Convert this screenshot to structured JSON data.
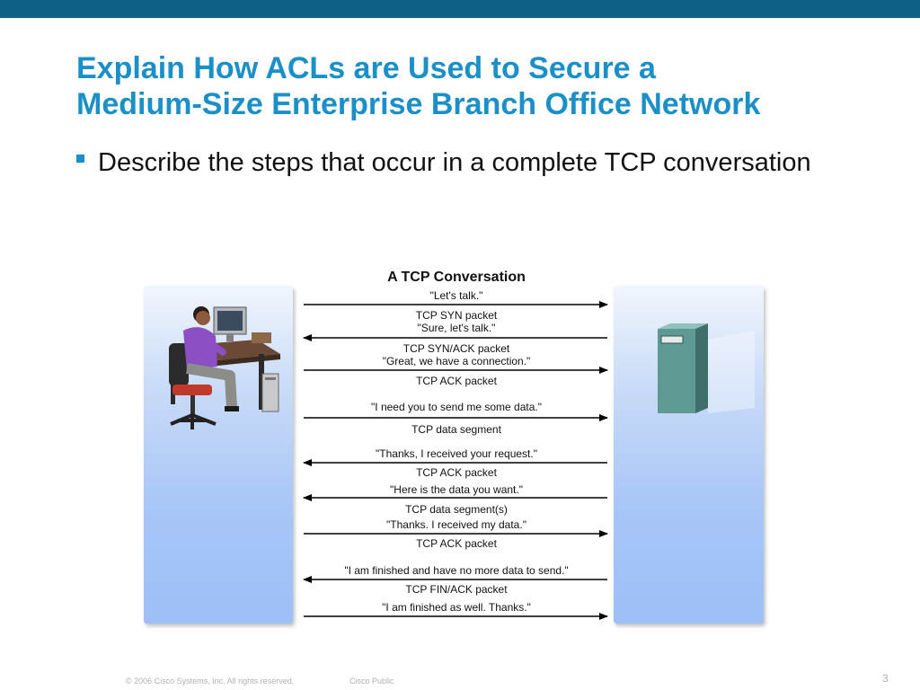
{
  "title": {
    "line1": "Explain How ACLs are Used to Secure a",
    "line2": "Medium-Size Enterprise Branch Office Network"
  },
  "bullet": "Describe the steps that occur in a complete TCP conversation",
  "diagram": {
    "title": "A TCP Conversation",
    "left_icon": "person-at-computer-icon",
    "right_icon": "server-icon",
    "messages": [
      {
        "quote": "\"Let's talk.\"",
        "packet": "TCP SYN packet",
        "direction": "right"
      },
      {
        "quote": "\"Sure, let's talk.\"",
        "packet": "TCP SYN/ACK packet",
        "direction": "left"
      },
      {
        "quote": "\"Great, we have a connection.\"",
        "packet": "TCP ACK packet",
        "direction": "right"
      },
      {
        "quote": "\"I need you to send me some data.\"",
        "packet": "TCP data segment",
        "direction": "right"
      },
      {
        "quote": "\"Thanks, I received your request.\"",
        "packet": "TCP ACK packet",
        "direction": "left"
      },
      {
        "quote": "\"Here is the data you want.\"",
        "packet": "TCP data segment(s)",
        "direction": "left"
      },
      {
        "quote": "\"Thanks. I received my data.\"",
        "packet": "TCP ACK packet",
        "direction": "right"
      },
      {
        "quote": "\"I am finished and have no more data to send.\"",
        "packet": "TCP FIN/ACK packet",
        "direction": "left"
      },
      {
        "quote": "\"I am finished as well. Thanks.\"",
        "packet": "",
        "direction": "right"
      }
    ]
  },
  "footer": {
    "copyright": "© 2006 Cisco Systems, Inc. All rights reserved.",
    "classification": "Cisco Public",
    "page_number": "3"
  },
  "colors": {
    "top_bar": "#0d5f86",
    "title": "#1b8fc7",
    "panel": "#a8c6f7",
    "server": "#5e9a93"
  }
}
